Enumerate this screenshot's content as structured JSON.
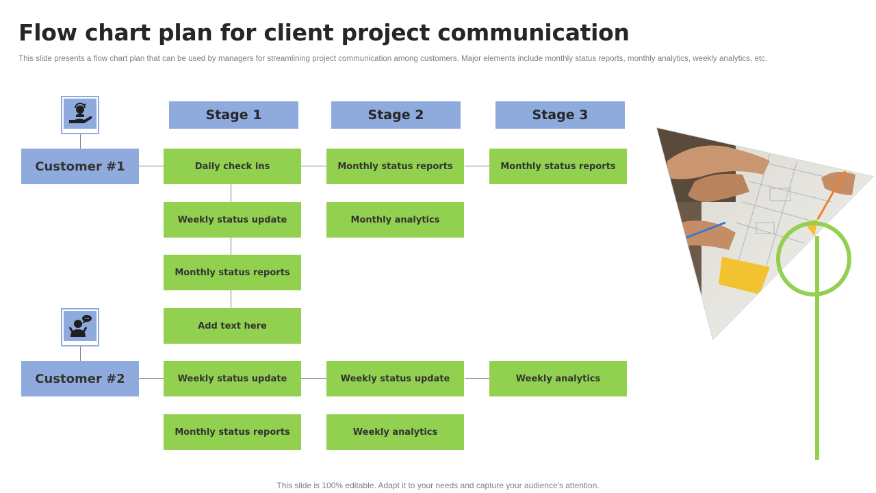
{
  "title": "Flow chart plan for client project communication",
  "subtitle": "This slide presents a flow chart plan that can be used by managers for streamlining project communication among customers. Major elements include monthly status reports, monthly analytics, weekly analytics, etc.",
  "stages": [
    "Stage 1",
    "Stage 2",
    "Stage 3"
  ],
  "customers": [
    {
      "label": "Customer #1",
      "icon": "customer-service-icon",
      "stage1": [
        "Daily check ins",
        "Weekly status update",
        "Monthly status  reports",
        "Add text here"
      ],
      "stage2": [
        "Monthly status  reports",
        "Monthly  analytics"
      ],
      "stage3": [
        "Monthly status  reports"
      ]
    },
    {
      "label": "Customer #2",
      "icon": "person-chat-icon",
      "stage1": [
        "Weekly status  update",
        "Monthly status  reports"
      ],
      "stage2": [
        "Weekly status  update",
        "Weekly analytics"
      ],
      "stage3": [
        "Weekly analytics"
      ]
    }
  ],
  "footer": "This slide is 100% editable. Adapt it to your needs and capture your audience's attention.",
  "colors": {
    "stage_fill": "#8faadc",
    "step_fill": "#92d050",
    "accent_green": "#92d050",
    "connector": "#7f7f7f"
  }
}
